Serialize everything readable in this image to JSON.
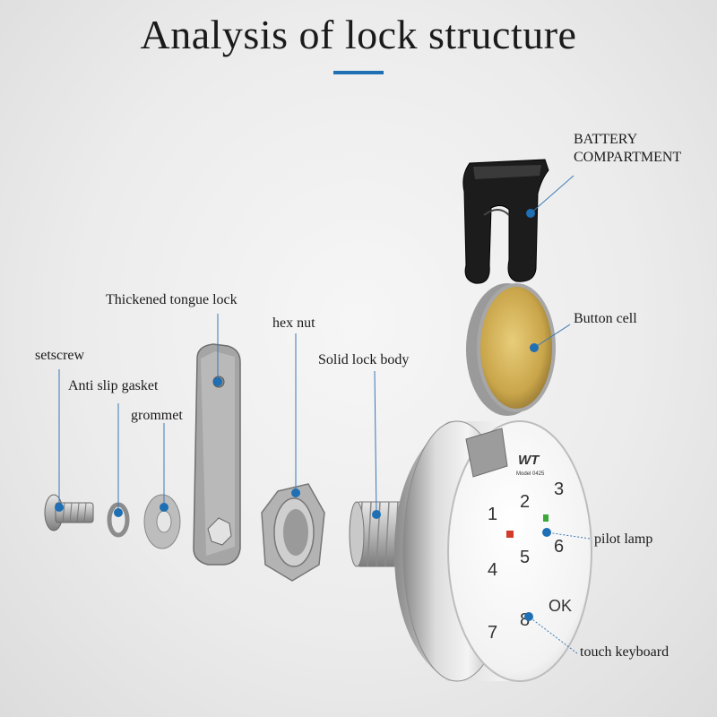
{
  "title": "Analysis of lock structure",
  "labels": {
    "battery_compartment": [
      "BATTERY",
      "COMPARTMENT"
    ],
    "button_cell": "Button cell",
    "thickened_tongue_lock": "Thickened tongue lock",
    "hex_nut": "hex nut",
    "solid_lock_body": "Solid lock body",
    "setscrew": "setscrew",
    "anti_slip_gasket": "Anti slip gasket",
    "grommet": "grommet",
    "pilot_lamp": "pilot lamp",
    "touch_keyboard": "touch keyboard"
  },
  "keypad": {
    "brand": "WT",
    "model": "Model 0425",
    "keys": [
      "1",
      "2",
      "3",
      "4",
      "5",
      "6",
      "7",
      "8",
      "OK"
    ]
  },
  "colors": {
    "accent": "#1e6fb3",
    "leader_dot": "#1e6fb3",
    "brass": "#c9a54a",
    "battery_holder": "#1c1c1c"
  }
}
